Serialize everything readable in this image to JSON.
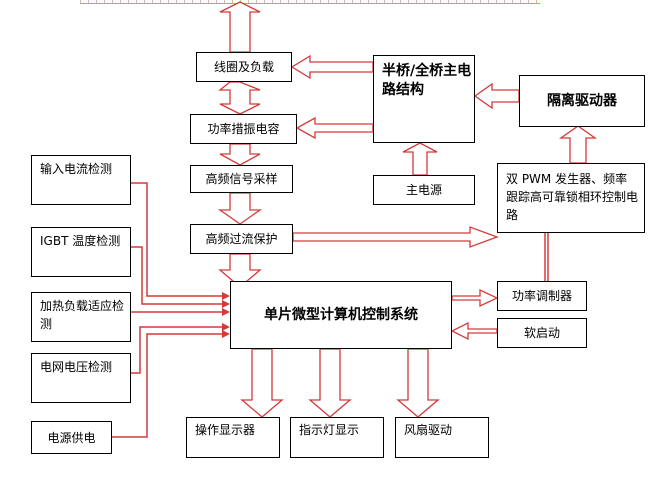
{
  "colors": {
    "arrow": "#d43a3a",
    "border": "#000000"
  },
  "blocks": {
    "coil_load": "线圈及负载",
    "half_full_bridge": "半桥/全桥主电路结构",
    "isolation_drive": "隔离驱动器",
    "power_factor_cap": "功率措振电容",
    "main_power": "主电源",
    "hf_sampling": "高频信号采样",
    "dual_pwm": "双 PWM 发生器、频率跟踪高可靠锁相环控制电路",
    "hf_overcurrent": "高频过流保护",
    "input_current": "输入电流检测",
    "igbt_temp": "IGBT 温度检测",
    "heat_load": "加热负载适应检测",
    "grid_voltage": "电网电压检测",
    "power_supply": "电源供电",
    "mcu_system": "单片微型计算机控制系统",
    "power_regulator": "功率调制器",
    "soft_start": "软启动",
    "op_display": "操作显示器",
    "indicator_display": "指示灯显示",
    "fan_drive": "风扇驱动"
  }
}
